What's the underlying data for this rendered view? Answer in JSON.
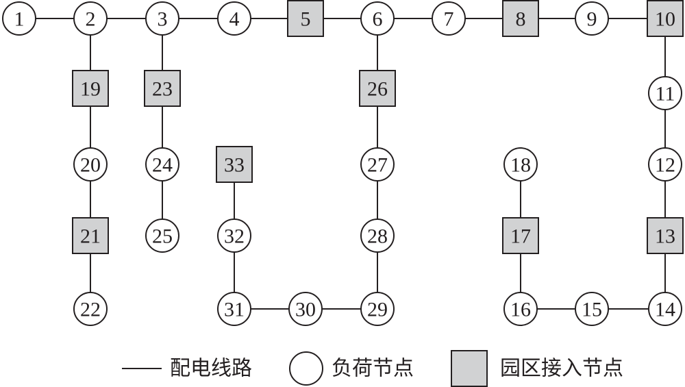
{
  "diagram": {
    "nodes": [
      {
        "id": "1",
        "type": "load"
      },
      {
        "id": "2",
        "type": "load"
      },
      {
        "id": "3",
        "type": "load"
      },
      {
        "id": "4",
        "type": "load"
      },
      {
        "id": "5",
        "type": "park"
      },
      {
        "id": "6",
        "type": "load"
      },
      {
        "id": "7",
        "type": "load"
      },
      {
        "id": "8",
        "type": "park"
      },
      {
        "id": "9",
        "type": "load"
      },
      {
        "id": "10",
        "type": "park"
      },
      {
        "id": "11",
        "type": "load"
      },
      {
        "id": "12",
        "type": "load"
      },
      {
        "id": "13",
        "type": "park"
      },
      {
        "id": "14",
        "type": "load"
      },
      {
        "id": "15",
        "type": "load"
      },
      {
        "id": "16",
        "type": "load"
      },
      {
        "id": "17",
        "type": "park"
      },
      {
        "id": "18",
        "type": "load"
      },
      {
        "id": "19",
        "type": "park"
      },
      {
        "id": "20",
        "type": "load"
      },
      {
        "id": "21",
        "type": "park"
      },
      {
        "id": "22",
        "type": "load"
      },
      {
        "id": "23",
        "type": "park"
      },
      {
        "id": "24",
        "type": "load"
      },
      {
        "id": "25",
        "type": "load"
      },
      {
        "id": "26",
        "type": "park"
      },
      {
        "id": "27",
        "type": "load"
      },
      {
        "id": "28",
        "type": "load"
      },
      {
        "id": "29",
        "type": "load"
      },
      {
        "id": "30",
        "type": "load"
      },
      {
        "id": "31",
        "type": "load"
      },
      {
        "id": "32",
        "type": "load"
      },
      {
        "id": "33",
        "type": "park"
      }
    ],
    "edges": [
      [
        "1",
        "2"
      ],
      [
        "2",
        "3"
      ],
      [
        "3",
        "4"
      ],
      [
        "4",
        "5"
      ],
      [
        "5",
        "6"
      ],
      [
        "6",
        "7"
      ],
      [
        "7",
        "8"
      ],
      [
        "8",
        "9"
      ],
      [
        "9",
        "10"
      ],
      [
        "10",
        "11"
      ],
      [
        "11",
        "12"
      ],
      [
        "12",
        "13"
      ],
      [
        "13",
        "14"
      ],
      [
        "14",
        "15"
      ],
      [
        "15",
        "16"
      ],
      [
        "16",
        "17"
      ],
      [
        "17",
        "18"
      ],
      [
        "2",
        "19"
      ],
      [
        "19",
        "20"
      ],
      [
        "20",
        "21"
      ],
      [
        "21",
        "22"
      ],
      [
        "3",
        "23"
      ],
      [
        "23",
        "24"
      ],
      [
        "24",
        "25"
      ],
      [
        "6",
        "26"
      ],
      [
        "26",
        "27"
      ],
      [
        "27",
        "28"
      ],
      [
        "28",
        "29"
      ],
      [
        "29",
        "30"
      ],
      [
        "30",
        "31"
      ],
      [
        "31",
        "32"
      ],
      [
        "32",
        "33"
      ]
    ]
  },
  "legend": {
    "line_label": "配电线路",
    "load_label": "负荷节点",
    "park_label": "园区接入节点"
  },
  "colors": {
    "line": "#231f20",
    "load_fill": "#ffffff",
    "park_fill": "#d1d2d3"
  }
}
